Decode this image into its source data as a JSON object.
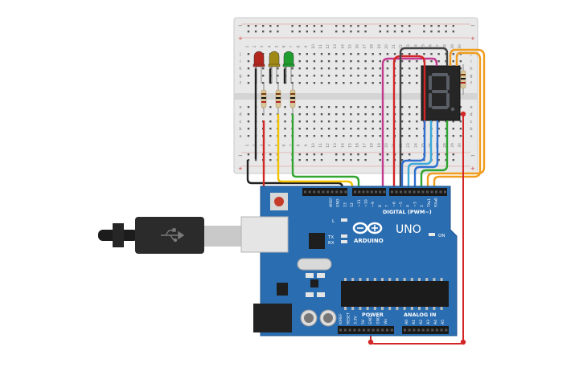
{
  "breadboard": {
    "top_cols": [
      "1",
      "2",
      "3",
      "4",
      "5",
      "6",
      "7",
      "8",
      "9",
      "10",
      "11",
      "12",
      "13",
      "14",
      "15",
      "16",
      "17",
      "18",
      "19",
      "20",
      "21",
      "22",
      "23",
      "24",
      "25",
      "26",
      "27",
      "28",
      "29",
      "30"
    ],
    "rows_top": [
      "j",
      "i",
      "h",
      "g",
      "f"
    ],
    "rows_bottom": [
      "e",
      "d",
      "c",
      "b",
      "a"
    ],
    "rail_minus": "−",
    "rail_plus": "+"
  },
  "leds": [
    {
      "color": "#b3261e"
    },
    {
      "color": "#a08a15"
    },
    {
      "color": "#1f9e2f"
    }
  ],
  "seven_segment": {
    "digit": "8",
    "segment_color": "#5a5e66"
  },
  "arduino": {
    "logo_text": "ARDUINO",
    "model": "UNO",
    "digital_label": "DIGITAL (PWM~)",
    "power_label": "POWER",
    "analog_label": "ANALOG IN",
    "on_label": "ON",
    "l_label": "L",
    "tx_label": "TX",
    "rx_label": "RX",
    "digital_pins": [
      "AREF",
      "GND",
      "13",
      "12",
      "~11",
      "~10",
      "~9",
      "8",
      "7",
      "~6",
      "~5",
      "4",
      "~3",
      "2",
      "TX▸1",
      "RX◂0"
    ],
    "power_pins": [
      "IOREF",
      "RESET",
      "3.3V",
      "5V",
      "GND",
      "GND",
      "Vin"
    ],
    "analog_pins": [
      "A0",
      "A1",
      "A2",
      "A3",
      "A4",
      "A5"
    ]
  },
  "colors": {
    "board": "#2a6db1",
    "board_dark": "#1f558e",
    "breadboard": "#e6e6e6",
    "wire_black": "#222222",
    "wire_red": "#d32626",
    "wire_yellow": "#f2c200",
    "wire_green": "#2fa52f",
    "wire_magenta": "#c2398f",
    "wire_blue": "#2d6fd0",
    "wire_lightblue": "#3aa9d8",
    "wire_orange": "#f09c1c"
  }
}
